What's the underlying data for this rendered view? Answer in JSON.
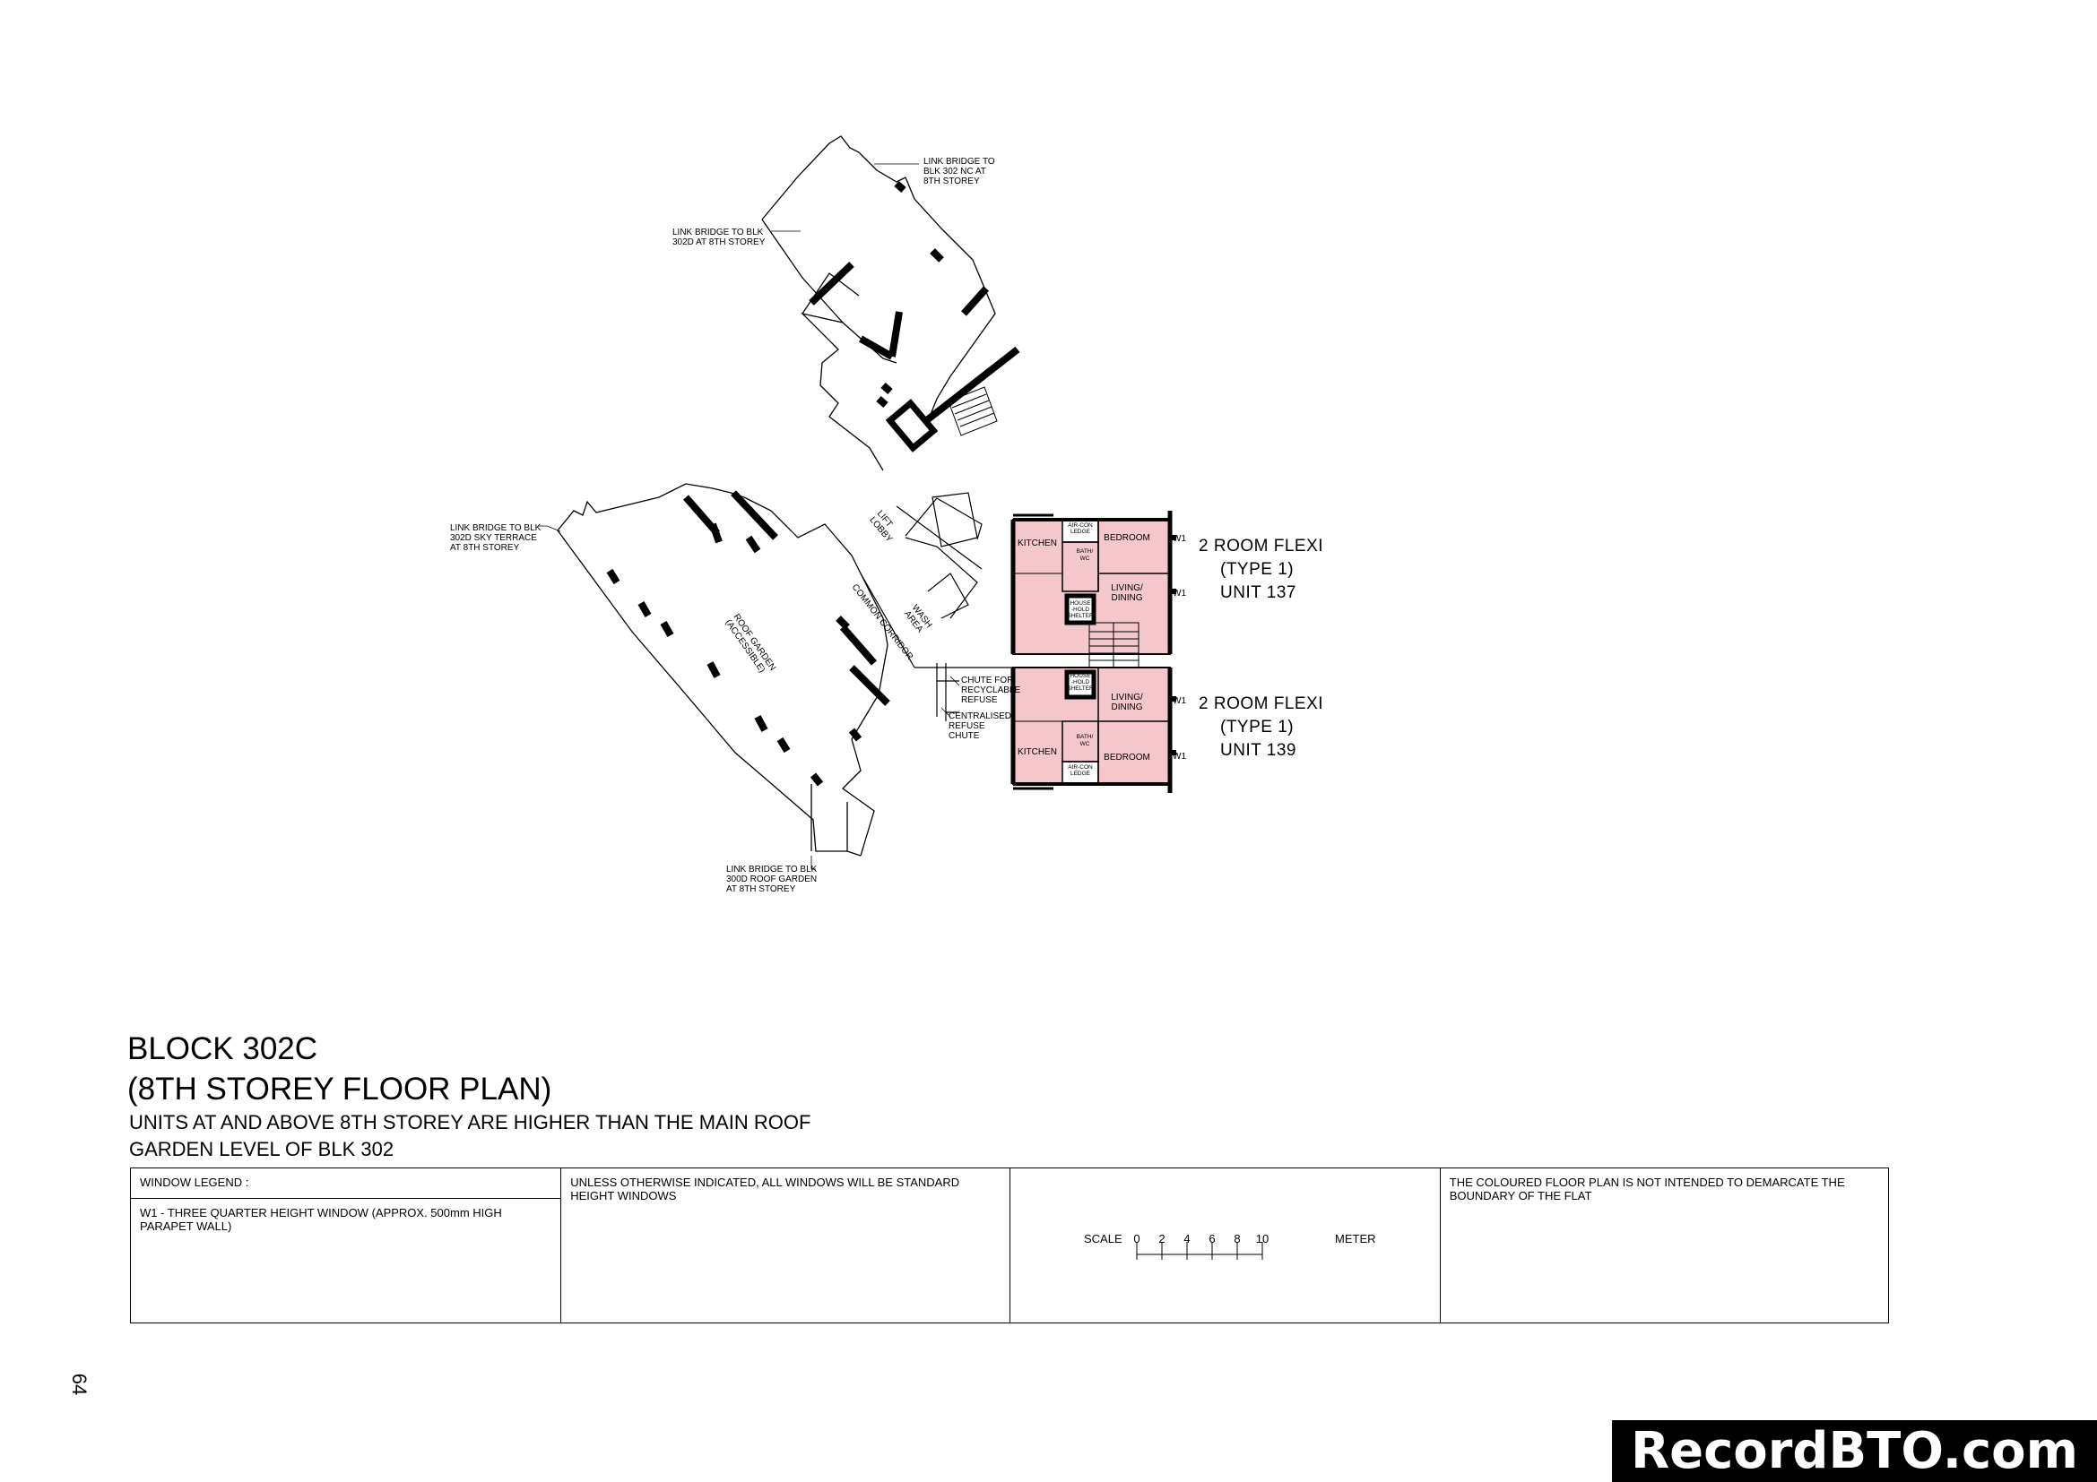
{
  "plan": {
    "link_bridges": [
      "LINK BRIDGE TO|BLK 302 NC AT|8TH STOREY",
      "LINK BRIDGE TO BLK|302D AT 8TH STOREY",
      "LINK BRIDGE TO BLK|302D SKY TERRACE|AT 8TH STOREY",
      "LINK BRIDGE TO BLK|300D ROOF GARDEN|AT 8TH STOREY"
    ],
    "areas": {
      "lift_lobby": "LIFT|LOBBY",
      "roof_garden": "ROOF GARDEN|(ACCESSIBLE)",
      "common_corridor": "COMMON CORRIDOR",
      "wash_area": "WASH|AREA",
      "chute_recyclable": "CHUTE FOR|RECYCLABLE|REFUSE",
      "centralised_chute": "CENTRALISED|REFUSE|CHUTE"
    },
    "rooms": {
      "kitchen": "KITCHEN",
      "bedroom": "BEDROOM",
      "living": "LIVING/|DINING",
      "bath": "BATH/|WC",
      "shelter": "HOUSE|-HOLD|SHELTER",
      "aircon": "AIR-CON|LEDGE"
    },
    "window_tag": "W1",
    "units": [
      {
        "lines": [
          "2 ROOM FLEXI",
          "(TYPE 1)",
          "UNIT 137"
        ]
      },
      {
        "lines": [
          "2 ROOM FLEXI",
          "(TYPE 1)",
          "UNIT 139"
        ]
      }
    ],
    "unit_fill": "#f4c7cc"
  },
  "title": {
    "line1": "BLOCK 302C",
    "line2": "(8TH STOREY FLOOR PLAN)",
    "note1": "UNITS AT AND ABOVE 8TH STOREY ARE HIGHER THAN THE MAIN ROOF",
    "note2": "GARDEN LEVEL OF BLK 302"
  },
  "legend": {
    "header": "WINDOW LEGEND :",
    "w1": "W1 - THREE QUARTER HEIGHT WINDOW (APPROX. 500mm HIGH PARAPET WALL)",
    "standard": "UNLESS OTHERWISE INDICATED, ALL WINDOWS WILL BE STANDARD HEIGHT WINDOWS",
    "scale_label": "SCALE",
    "scale_ticks": [
      "0",
      "2",
      "4",
      "6",
      "8",
      "10"
    ],
    "scale_unit": "METER",
    "disclaimer": "THE COLOURED FLOOR PLAN IS NOT INTENDED TO DEMARCATE THE BOUNDARY OF THE FLAT"
  },
  "page_number": "64",
  "watermark": "RecordBTO.com"
}
